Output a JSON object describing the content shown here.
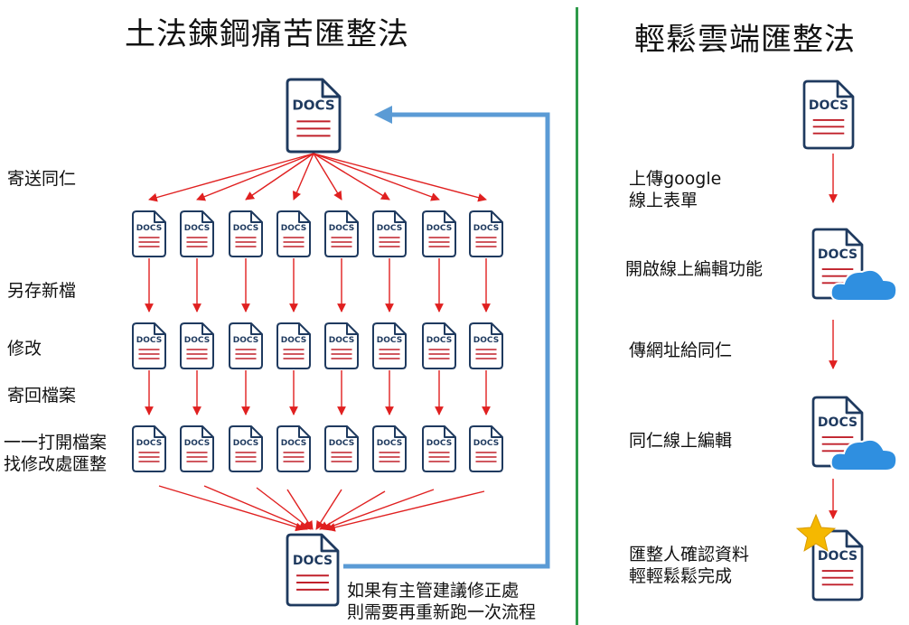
{
  "left": {
    "title": "土法鍊鋼痛苦匯整法",
    "steps": {
      "send": "寄送同仁",
      "save_as": "另存新檔",
      "edit": "修改",
      "send_back": "寄回檔案",
      "merge_line1": "一一打開檔案",
      "merge_line2": "找修改處匯整"
    },
    "loop_note": {
      "line1": "如果有主管建議修正處",
      "line2": "則需要再重新跑一次流程"
    }
  },
  "right": {
    "title": "輕鬆雲端匯整法",
    "steps": {
      "upload_line1": "上傳google",
      "upload_line2": "線上表單",
      "enable_edit": "開啟線上編輯功能",
      "share_url": "傳網址給同仁",
      "co_edit": "同仁線上編輯",
      "confirm_line1": "匯整人確認資料",
      "confirm_line2": "輕輕鬆鬆完成"
    }
  },
  "doc_icon_label": "DOCS",
  "colors": {
    "doc_stroke": "#1f3a5f",
    "doc_lines": "#c0202a",
    "arrow_red": "#e02020",
    "loop_blue": "#5b9bd5",
    "cloud": "#2f8fe0",
    "star": "#f5b800",
    "divider": "#2e9a4a"
  }
}
